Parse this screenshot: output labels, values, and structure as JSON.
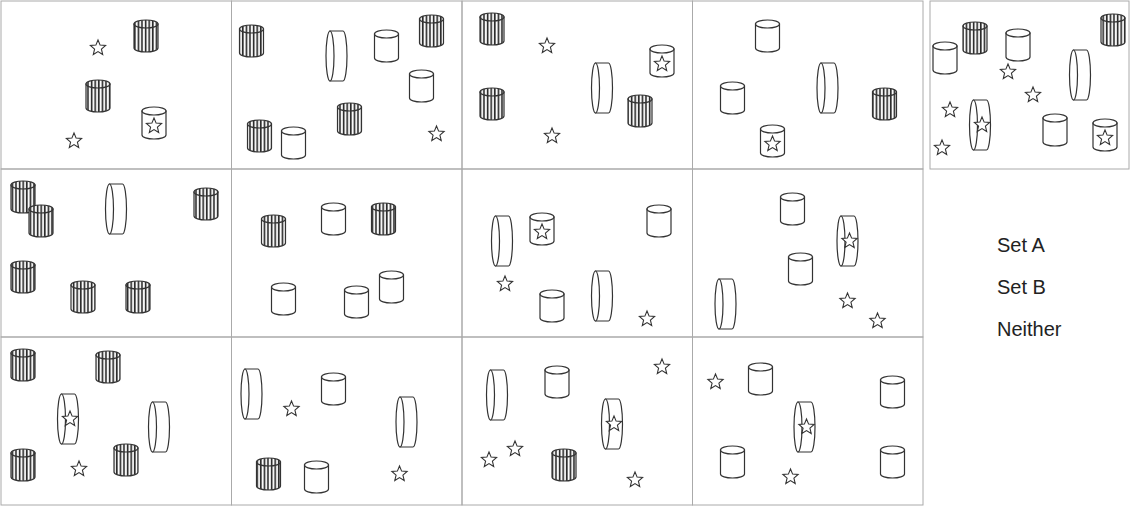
{
  "diagram": {
    "labels": [
      "Set A",
      "Set B",
      "Neither"
    ]
  }
}
